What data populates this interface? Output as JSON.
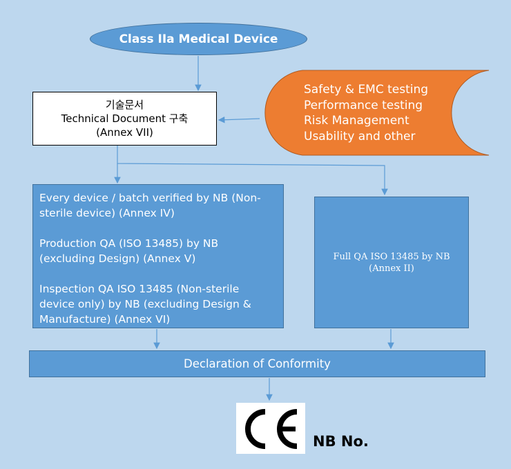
{
  "title": "Class IIa Medical Device",
  "technical_document": {
    "line1": "기술문서",
    "line2": "Technical Document 구축",
    "line3": "(Annex VII)"
  },
  "testing": [
    "Safety & EMC testing",
    "Performance testing",
    "Risk Management",
    "Usability and other"
  ],
  "left_options": [
    "Every device / batch verified by NB (Non-sterile device) (Annex IV)",
    "Production QA (ISO 13485) by NB (excluding Design)  (Annex V)",
    "Inspection QA ISO 13485 (Non-sterile device only) by NB (excluding Design & Manufacture)  (Annex VI)"
  ],
  "right_option": {
    "line1": "Full QA ISO 13485 by NB",
    "line2": "(Annex II)"
  },
  "declaration": "Declaration of Conformity",
  "ce_mark": "CE",
  "nb_label": "NB No.",
  "colors": {
    "background": "#BDD7EE",
    "blue": "#5B9BD5",
    "orange": "#ED7D31"
  }
}
